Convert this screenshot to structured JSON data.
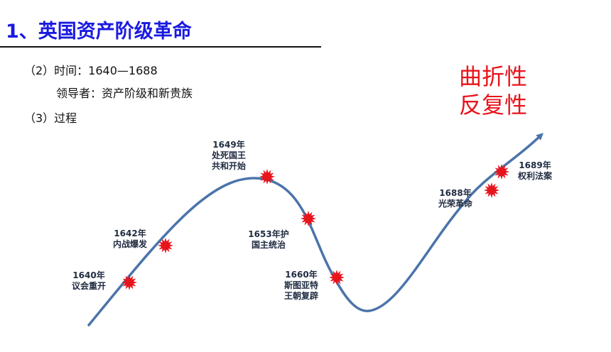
{
  "title": "1、英国资产阶级革命",
  "time_line": "（2）时间：1640—1688",
  "leader_line": "领导者：资产阶级和新贵族",
  "process_line": "（3）过程",
  "emphasis": {
    "line1": "曲折性",
    "line2": "反复性"
  },
  "colors": {
    "title": "#1a1ae0",
    "emphasis": "#e8141c",
    "curve": "#4a74aa",
    "marker": "#e8141c"
  },
  "events": [
    {
      "year": "1640年",
      "desc": [
        "议会重开"
      ]
    },
    {
      "year": "1642年",
      "desc": [
        "内战爆发"
      ]
    },
    {
      "year": "1649年",
      "desc": [
        "处死国王",
        "共和开始"
      ]
    },
    {
      "year": "1653年护",
      "desc": [
        "国主统治"
      ]
    },
    {
      "year": "1660年",
      "desc": [
        "斯图亚特",
        "王朝复辟"
      ]
    },
    {
      "year": "1688年",
      "desc": [
        "光荣革命"
      ]
    },
    {
      "year": "1689年",
      "desc": [
        "权利法案"
      ]
    }
  ]
}
